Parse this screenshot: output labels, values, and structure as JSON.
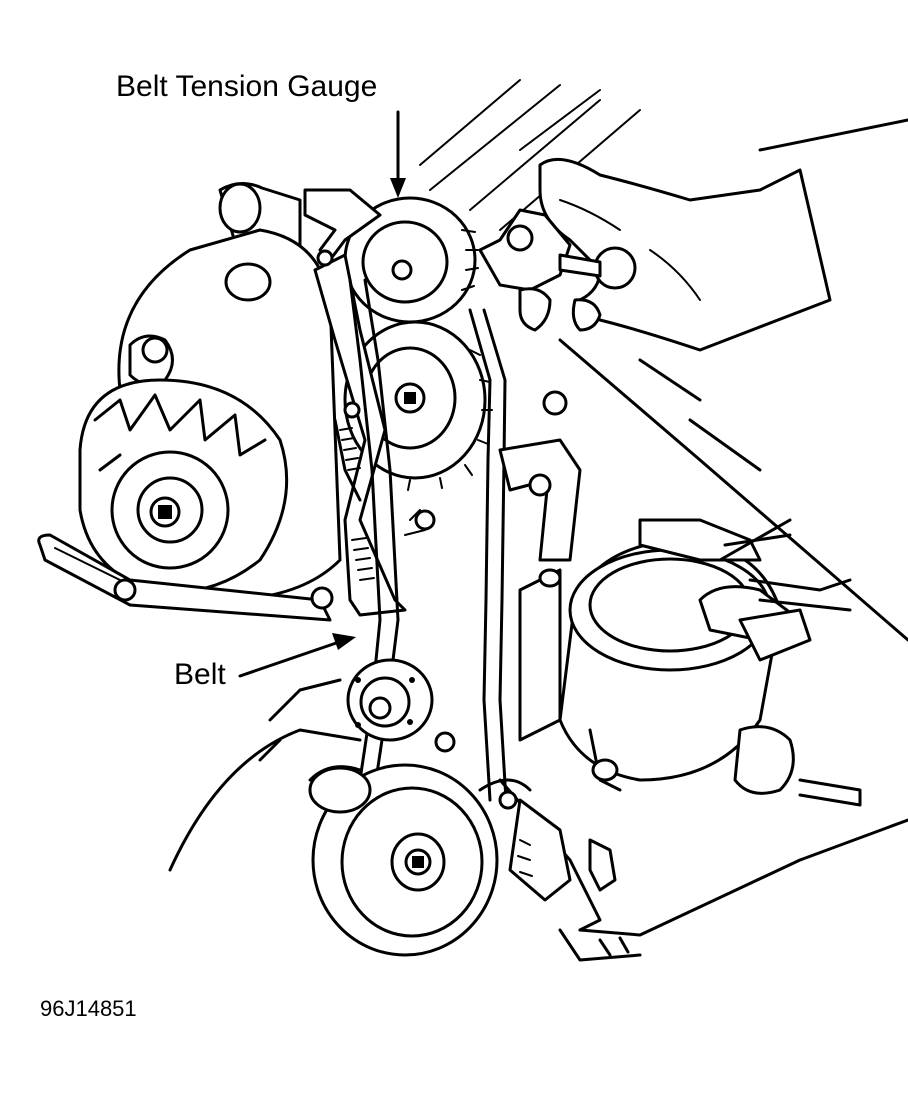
{
  "labels": {
    "belt_tension_gauge": "Belt Tension Gauge",
    "belt": "Belt",
    "figure_id": "96J14851"
  },
  "colors": {
    "ink": "#000000",
    "background": "#ffffff"
  }
}
